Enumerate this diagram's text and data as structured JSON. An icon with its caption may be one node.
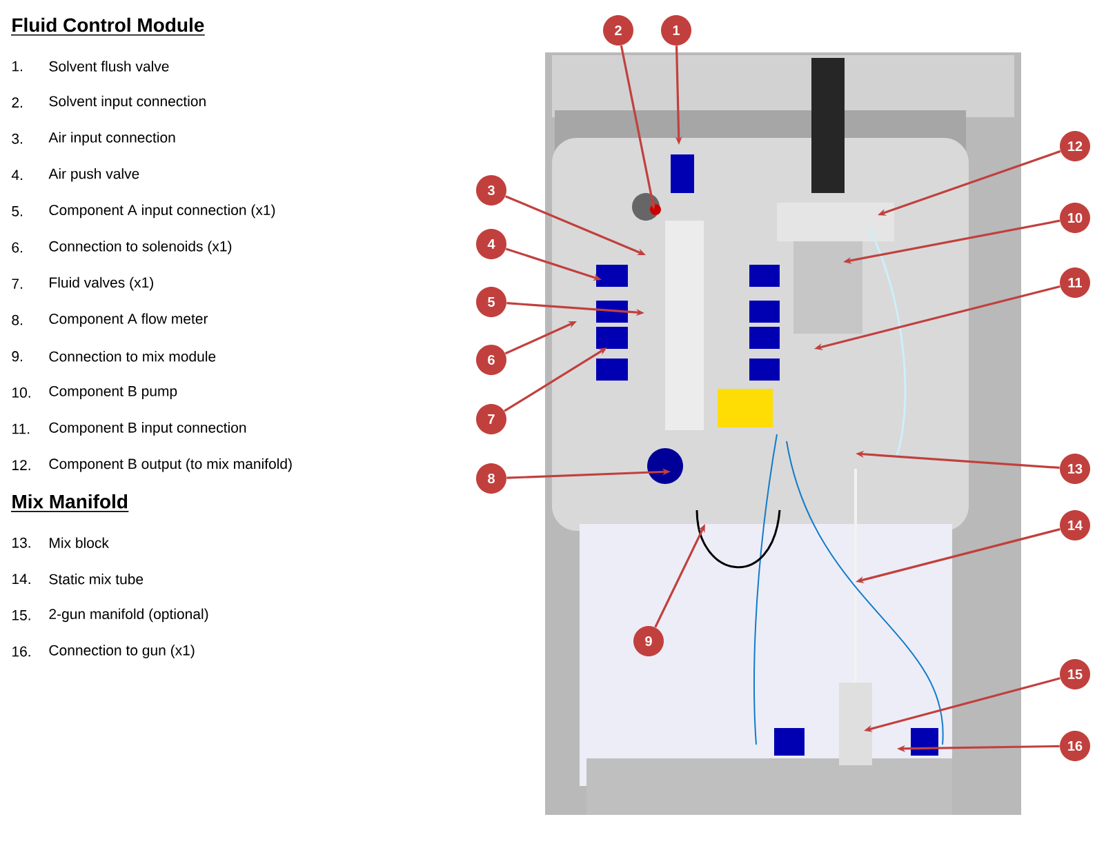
{
  "diagram": {
    "nodes": [
      {
        "text": [
          "1"
        ]
      },
      {
        "text": [
          "2"
        ]
      },
      {
        "text": [
          "3"
        ]
      },
      {
        "text": [
          "4"
        ]
      },
      {
        "text": [
          "5"
        ]
      },
      {
        "text": [
          "6"
        ]
      },
      {
        "text": [
          "7"
        ]
      },
      {
        "text": [
          "8"
        ]
      },
      {
        "text": [
          "9"
        ]
      },
      {
        "text": [
          "10"
        ]
      },
      {
        "text": [
          "11"
        ]
      },
      {
        "text": [
          "12"
        ]
      },
      {
        "text": [
          "13"
        ]
      },
      {
        "text": [
          "14"
        ]
      },
      {
        "text": [
          "15"
        ]
      },
      {
        "text": [
          "16"
        ]
      }
    ],
    "edges": [
      {
        "from": 0,
        "to": null,
        "arrow": "to"
      },
      {
        "from": 1,
        "to": null,
        "arrow": "to"
      },
      {
        "from": 2,
        "to": null,
        "arrow": "to"
      },
      {
        "from": 3,
        "to": null,
        "arrow": "to"
      },
      {
        "from": 4,
        "to": null,
        "arrow": "to"
      },
      {
        "from": 5,
        "to": null,
        "arrow": "to"
      },
      {
        "from": 6,
        "to": null,
        "arrow": "to"
      },
      {
        "from": 7,
        "to": null,
        "arrow": "to"
      },
      {
        "from": 8,
        "to": null,
        "arrow": "to"
      },
      {
        "from": 9,
        "to": null,
        "arrow": "to"
      },
      {
        "from": 10,
        "to": null,
        "arrow": "to"
      },
      {
        "from": 11,
        "to": null,
        "arrow": "to"
      },
      {
        "from": 12,
        "to": null,
        "arrow": "to"
      },
      {
        "from": 13,
        "to": null,
        "arrow": "to"
      },
      {
        "from": 14,
        "to": null,
        "arrow": "to"
      },
      {
        "from": 15,
        "to": null,
        "arrow": "to"
      }
    ],
    "labels": [
      "Fluid Control Module",
      "1.",
      "Solvent flush valve",
      "2.",
      "Solvent input connection",
      "3.",
      "Air input connection",
      "4.",
      "Air push valve",
      "5.",
      "Component A input connection (x1)",
      "6.",
      "Connection to solenoids (x1)",
      "7.",
      "Fluid valves (x1)",
      "8.",
      "Component A flow meter",
      "9.",
      "Connection to mix module",
      "10.",
      "Component B pump",
      "11.",
      "Component B input connection",
      "12.",
      "Component B output (to mix manifold)",
      "Mix Manifold",
      "13.",
      "Mix block",
      "14.",
      "Static mix tube",
      "15.",
      "2-gun manifold (optional)",
      "16.",
      "Connection to gun (x1)"
    ]
  }
}
